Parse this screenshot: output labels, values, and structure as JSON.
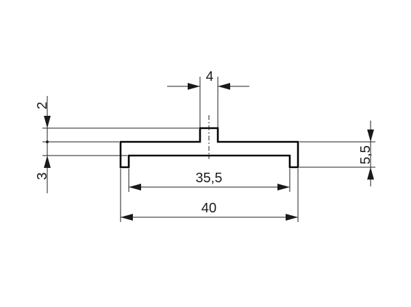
{
  "drawing": {
    "dimensions": {
      "top_lug_width": "4",
      "top_offset": "2",
      "bottom_offset": "3",
      "right_height": "5,5",
      "inner_width": "35,5",
      "overall_width": "40"
    },
    "colors": {
      "line": "#1a1a1a",
      "profile": "#000000",
      "background": "#ffffff"
    }
  }
}
